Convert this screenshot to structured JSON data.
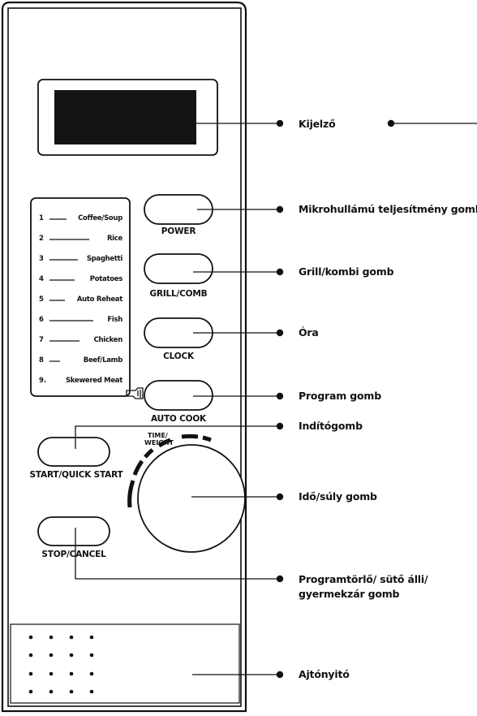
{
  "buttons": {
    "power": "POWER",
    "grill_comb": "GRILL/COMB",
    "clock": "CLOCK",
    "auto_cook": "AUTO COOK",
    "start": "START/QUICK START",
    "stop": "STOP/CANCEL"
  },
  "dial": {
    "line1": "TIME/",
    "line2": "WEIGHT"
  },
  "programs": [
    {
      "num": "1",
      "name": "Coffee/Soup"
    },
    {
      "num": "2",
      "name": "Rice"
    },
    {
      "num": "3",
      "name": "Spaghetti"
    },
    {
      "num": "4",
      "name": "Potatoes"
    },
    {
      "num": "5",
      "name": "Auto Reheat"
    },
    {
      "num": "6",
      "name": "Fish"
    },
    {
      "num": "7",
      "name": "Chicken"
    },
    {
      "num": "8",
      "name": "Beef/Lamb"
    },
    {
      "num": "9.",
      "name": "Skewered Meat"
    }
  ],
  "callouts": {
    "display": "Kijelző",
    "power": "Mikrohullámú teljesítmény gomb",
    "grill": "Grill/kombi gomb",
    "clock": "Óra",
    "program": "Program gomb",
    "start": "Indítógomb",
    "dial": "Idő/súly gomb",
    "stop_line1": "Programtörlő/ sütő álli/",
    "stop_line2": "gyermekzár gomb",
    "door": "Ajtónyitó"
  }
}
